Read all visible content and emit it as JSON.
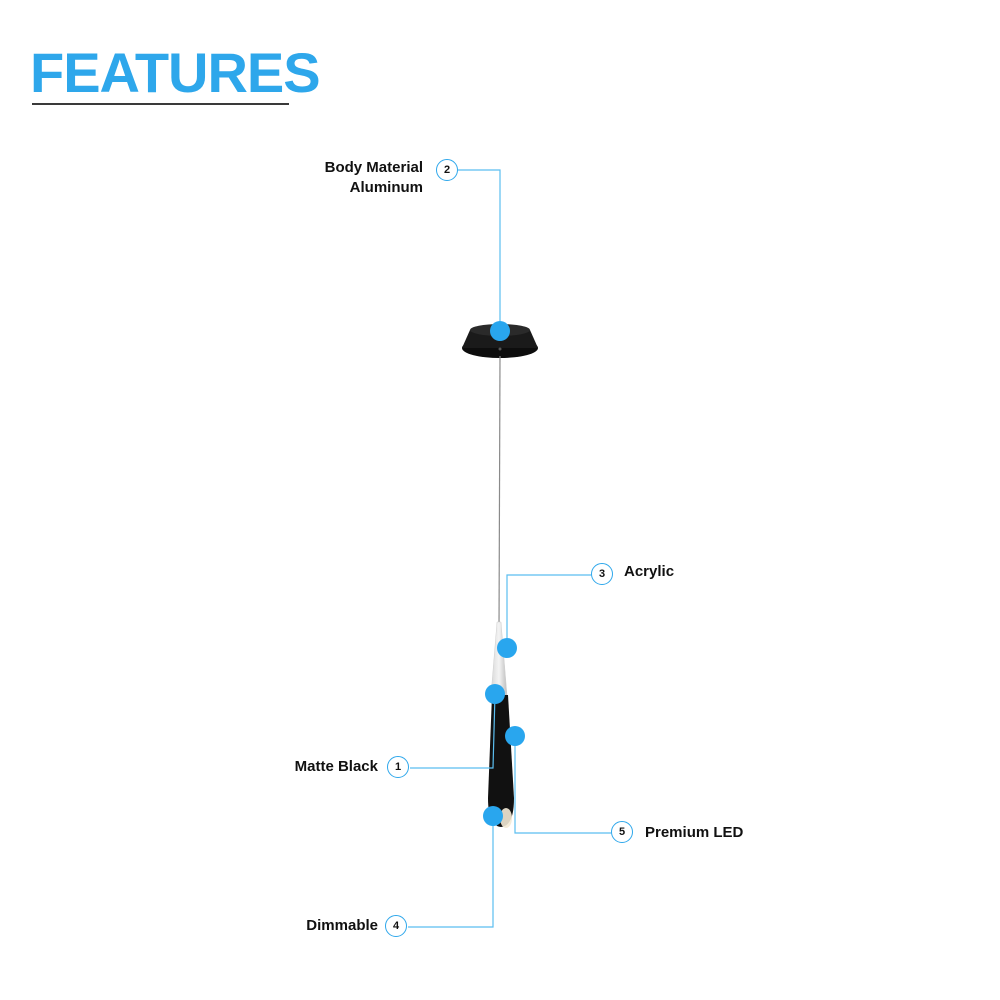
{
  "heading": "FEATURES",
  "colors": {
    "accent": "#2EA7EB",
    "leader_line": "#5BBEF0",
    "hotspot": "#29A6EE",
    "fixture": "#111111",
    "cord": "#8A8A8A",
    "text": "#111111"
  },
  "callouts": [
    {
      "id": "body",
      "number": "2",
      "lines": [
        "Body Material",
        "Aluminum"
      ]
    },
    {
      "id": "acrylic",
      "number": "3",
      "lines": [
        "Acrylic"
      ]
    },
    {
      "id": "matte",
      "number": "1",
      "lines": [
        "Matte Black"
      ]
    },
    {
      "id": "led",
      "number": "5",
      "lines": [
        "Premium LED"
      ]
    },
    {
      "id": "dimmable",
      "number": "4",
      "lines": [
        "Dimmable"
      ]
    }
  ]
}
